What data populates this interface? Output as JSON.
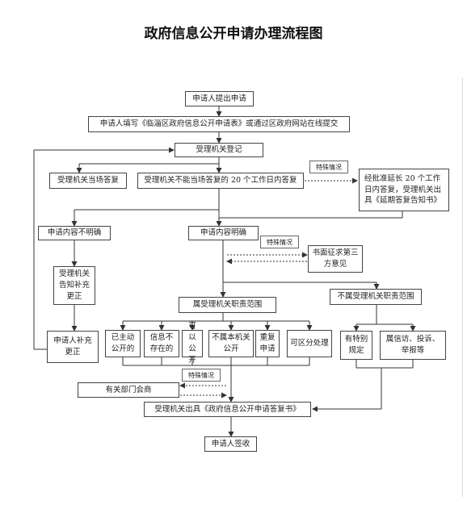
{
  "title": "政府信息公开申请办理流程图",
  "nodes": {
    "apply": "申请人提出申请",
    "fill_form": "申请人填写《临淄区政府信息公开申请表》或通过区政府网站在线提交",
    "register": "受理机关登记",
    "answer_on_spot": "受理机关当场答复",
    "answer_20_days": "受理机关不能当场答复的 20 个工作日内答复",
    "extension": "经批准延长 20 个工作日内答复，受理机关出具《延期答复告知书》",
    "unclear": "申请内容不明确",
    "clear": "申请内容明确",
    "notify_supplement": "受理机关告知补充更正",
    "applicant_supplement": "申请人补充更正",
    "written_opinion": "书面征求第三方意见",
    "within_scope": "属受理机关职责范围",
    "outside_scope": "不属受理机关职责范围",
    "proactively_disclosed": "已主动公开的",
    "not_exist": "信息不存在的",
    "can_disclose": "可以公开",
    "cannot_disclose": "不属本机关公开",
    "duplicate": "重复申请",
    "partial": "可区分处理",
    "specific_provisions": "有特别规定",
    "petitions": "属信访、投诉、举报等",
    "consult_depts": "有关部门会商",
    "issue_reply": "受理机关出具《政府信息公开申请答复书》",
    "sign_receipt": "申请人签收"
  },
  "notes": {
    "special_1": "特殊情况",
    "special_2": "特殊情况",
    "special_3": "特殊情况"
  }
}
